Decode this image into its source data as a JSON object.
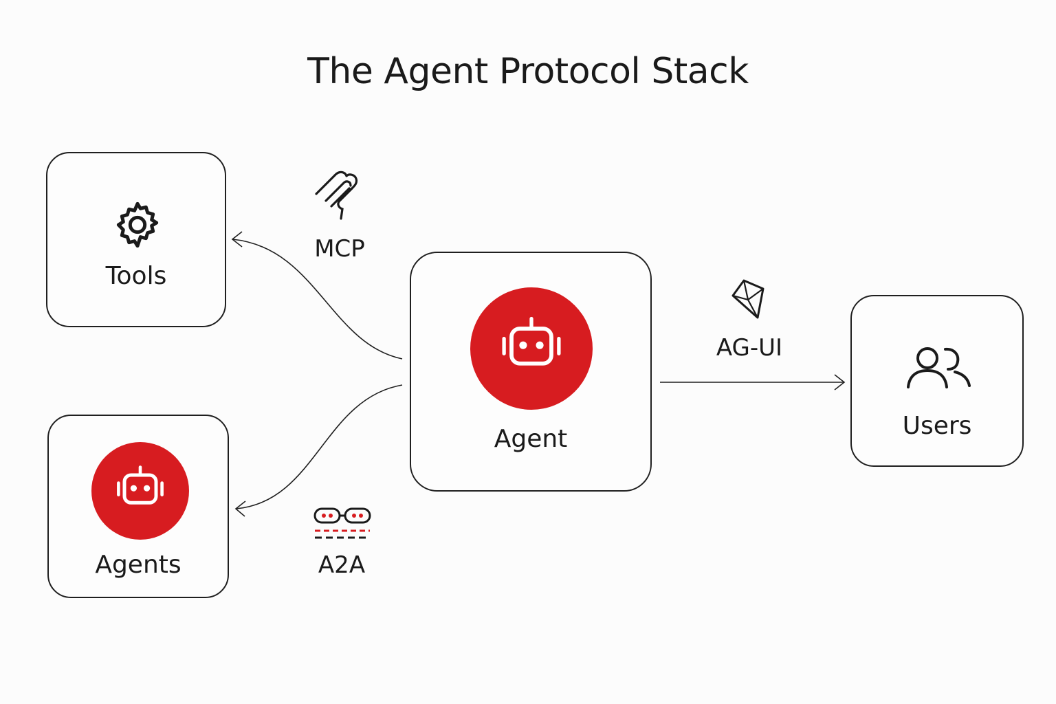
{
  "title": "The Agent Protocol Stack",
  "nodes": {
    "tools": {
      "label": "Tools",
      "icon": "gear-icon"
    },
    "agents": {
      "label": "Agents",
      "icon": "robot-icon"
    },
    "agent": {
      "label": "Agent",
      "icon": "robot-icon"
    },
    "users": {
      "label": "Users",
      "icon": "users-icon"
    }
  },
  "protocols": {
    "mcp": {
      "label": "MCP",
      "icon": "mcp-logo-icon"
    },
    "a2a": {
      "label": "A2A",
      "icon": "a2a-logo-icon"
    },
    "agui": {
      "label": "AG-UI",
      "icon": "agui-logo-icon"
    }
  },
  "colors": {
    "accent": "#d71c20",
    "stroke": "#1f1f1f",
    "background": "#fcfcfc"
  }
}
